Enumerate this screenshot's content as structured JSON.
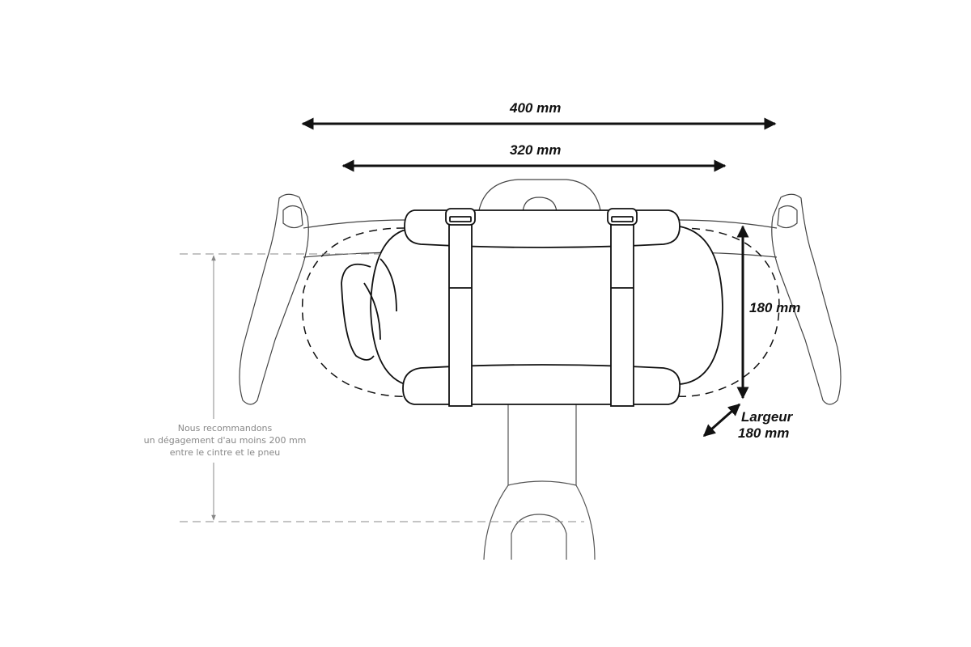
{
  "dimensions": {
    "overall_width": "400 mm",
    "bag_width": "320 mm",
    "height": "180 mm",
    "depth_label": "Largeur",
    "depth_value": "180 mm"
  },
  "clearance_note": {
    "line1": "Nous recommandons",
    "line2": "un dégagement d'au moins 200 mm",
    "line3": "entre le cintre et le pneu"
  },
  "colors": {
    "line": "#111111",
    "guide": "#888888"
  }
}
